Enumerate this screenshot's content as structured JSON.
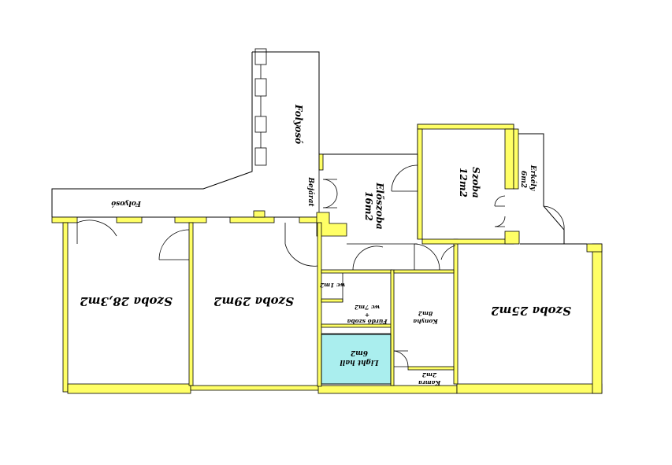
{
  "colors": {
    "wall_fill": "#ffff66",
    "line": "#000000",
    "hall_fill": "#aaeeee",
    "background": "#ffffff"
  },
  "rooms": {
    "folyoso_top": "Folyosó",
    "folyoso_left": "Folyosó",
    "bejarat": "Bejárat",
    "eloszoba_name": "Előszoba",
    "eloszoba_area": "16m2",
    "szoba_12_name": "Szoba",
    "szoba_12_area": "12m2",
    "erkely_name": "Erkély",
    "erkely_area": "6m2",
    "szoba_283_line": "Szoba 28,3m2",
    "szoba_29_line": "Szoba 29m2",
    "szoba_25_line": "Szoba 25m2",
    "wc_line": "wc 1m2",
    "furdo_name": "Fürdő szoba",
    "furdo_plus": "+",
    "furdo_wc": "wc 7m2",
    "konyha_name": "Konyha",
    "konyha_area": "8m2",
    "lights_name": "Light hall",
    "lights_area": "6m2",
    "kamra_name": "Kamra",
    "kamra_area": "2m2"
  }
}
